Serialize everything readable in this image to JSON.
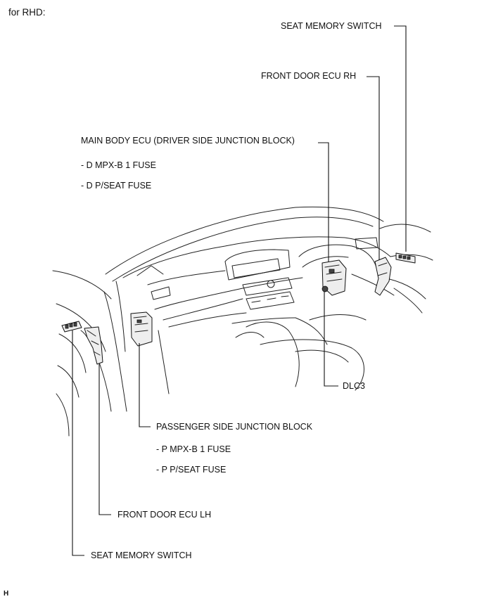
{
  "header": {
    "title": "for RHD:"
  },
  "labels": {
    "seat_memory_switch_rh": "SEAT MEMORY SWITCH",
    "front_door_ecu_rh": "FRONT DOOR ECU RH",
    "main_body_ecu": "MAIN BODY ECU (DRIVER SIDE JUNCTION BLOCK)",
    "main_body_fuse_1": "- D MPX-B 1 FUSE",
    "main_body_fuse_2": "- D P/SEAT FUSE",
    "dlc3": "DLC3",
    "passenger_jb": "PASSENGER SIDE JUNCTION BLOCK",
    "passenger_fuse_1": "- P MPX-B 1 FUSE",
    "passenger_fuse_2": "- P P/SEAT FUSE",
    "front_door_ecu_lh": "FRONT DOOR ECU LH",
    "seat_memory_switch_lh": "SEAT MEMORY SWITCH"
  },
  "footer": {
    "code": "H"
  }
}
